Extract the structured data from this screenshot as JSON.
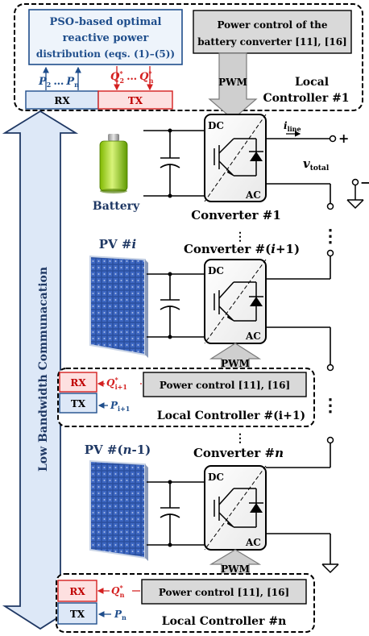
{
  "local_controller_1": {
    "label_line1": "Local",
    "label_line2": "Controller #1",
    "pso_box": {
      "line1": "PSO-based optimal",
      "line2": "reactive power",
      "line3": "distribution (eqs. (1)–(5))"
    },
    "power_control_box": {
      "line1": "Power control of the",
      "line2": "battery converter [11], [16]"
    },
    "pwm": "PWM",
    "rx": "RX",
    "tx": "TX",
    "p_labels": [
      "P",
      "2",
      "…",
      "P",
      "n"
    ],
    "q_labels": [
      "Q",
      "*",
      "2",
      "…",
      "Q",
      "*",
      "n"
    ]
  },
  "comm_bus_label": "Low Bandwidth Communacation",
  "battery_label": "Battery",
  "converter_1": {
    "label": "Converter #1",
    "dc": "DC",
    "ac": "AC"
  },
  "converter_i1": {
    "label_prefix": "Converter #(",
    "label_var": "i",
    "label_suffix": "+1)",
    "dc": "DC",
    "ac": "AC"
  },
  "converter_n": {
    "label_prefix": "Converter #",
    "label_var": "n",
    "dc": "DC",
    "ac": "AC"
  },
  "pv_i": {
    "prefix": "PV #",
    "var": "i"
  },
  "pv_n1": {
    "prefix": "PV #(",
    "var": "n",
    "suffix": "-1)"
  },
  "i_line": {
    "main": "i",
    "sub": "line"
  },
  "v_total": {
    "main": "v",
    "sub": "total"
  },
  "plus": "+",
  "minus": "−",
  "ellipsis": "⋮",
  "local_controller_i1": {
    "label": "Local Controller #(i+1)",
    "rx": "RX",
    "tx": "TX",
    "pwm": "PWM",
    "power_control": "Power control [11], [16]",
    "q_main": "Q",
    "q_sup": "*",
    "q_sub": "i+1",
    "p_main": "P",
    "p_sub": "i+1"
  },
  "local_controller_n": {
    "label": "Local Controller #n",
    "rx": "RX",
    "tx": "TX",
    "pwm": "PWM",
    "power_control": "Power control [11], [16]",
    "q_main": "Q",
    "q_sup": "*",
    "q_sub": "n",
    "p_main": "P",
    "p_sub": "n"
  },
  "colors": {
    "rx_red": "#d42020",
    "tx_blue": "#1f4e8c",
    "navy": "#1f3864",
    "light_blue": "#dbe7f5",
    "gray_box": "#d9d9d9",
    "red_fill": "#fde0e0",
    "blue_fill": "#dde8f7"
  },
  "icons": [
    "battery-icon",
    "solar-panel-icon",
    "igbt-switch-icon",
    "ground-icon",
    "capacitor-icon"
  ]
}
